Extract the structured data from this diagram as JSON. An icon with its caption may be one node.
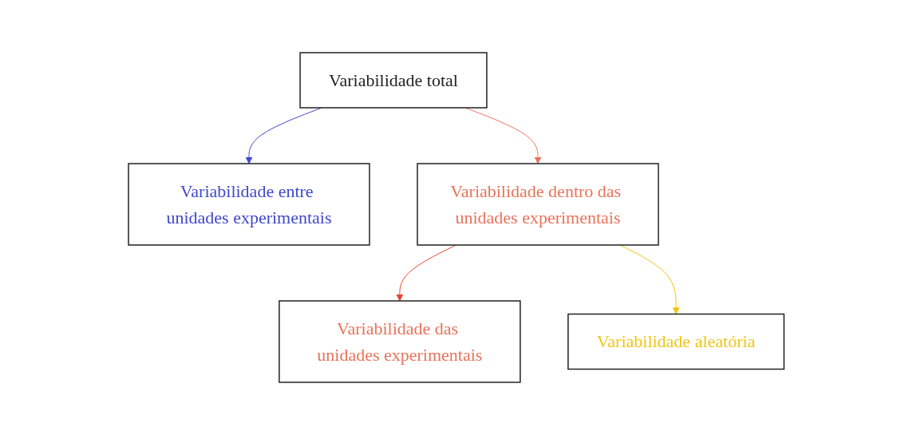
{
  "diagram": {
    "nodes": [
      {
        "text": [
          "Variabilidade total"
        ]
      },
      {
        "text": [
          "Variabilidade entre unidades experimentais"
        ]
      },
      {
        "text": [
          "Variabilidade dentro das unidades experimentais"
        ]
      },
      {
        "text": [
          "Variabilidade das unidades experimentais"
        ]
      },
      {
        "text": [
          "Variabilidade aleatória"
        ]
      }
    ],
    "edges": [
      {
        "from": 0,
        "to": 1,
        "arrow": "to",
        "color": "#3f48cc"
      },
      {
        "from": 0,
        "to": 2,
        "arrow": "to",
        "color": "#e8735a"
      },
      {
        "from": 2,
        "to": 3,
        "arrow": "to",
        "color": "#e8442e"
      },
      {
        "from": 2,
        "to": 4,
        "arrow": "to",
        "color": "#f2c511"
      }
    ]
  }
}
